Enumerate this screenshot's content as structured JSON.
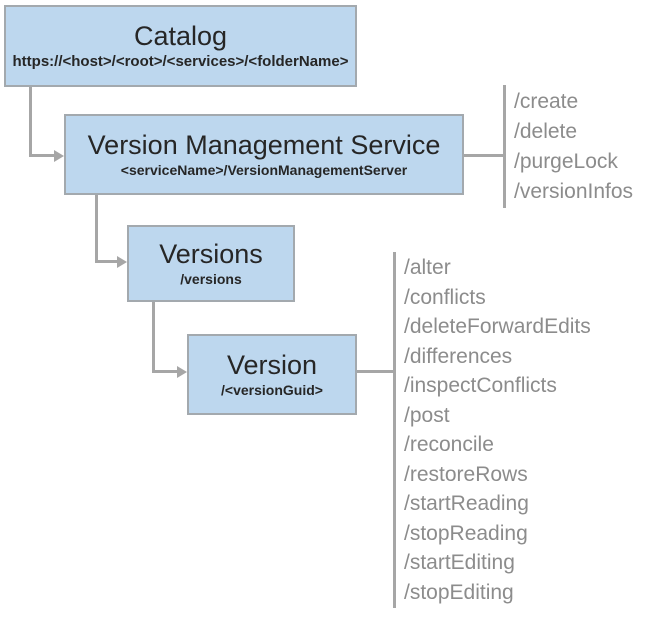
{
  "nodes": {
    "catalog": {
      "title": "Catalog",
      "subtitle": "https://<host>/<root>/<services>/<folderName>"
    },
    "service": {
      "title": "Version Management Service",
      "subtitle": "<serviceName>/VersionManagementServer"
    },
    "versions": {
      "title": "Versions",
      "subtitle": "/versions"
    },
    "version": {
      "title": "Version",
      "subtitle": "/<versionGuid>"
    }
  },
  "service_ops": {
    "items": [
      "/create",
      "/delete",
      "/purgeLock",
      "/versionInfos"
    ]
  },
  "version_ops": {
    "items": [
      "/alter",
      "/conflicts",
      "/deleteForwardEdits",
      "/differences",
      "/inspectConflicts",
      "/post",
      "/reconcile",
      "/restoreRows",
      "/startReading",
      "/stopReading",
      "/startEditing",
      "/stopEditing"
    ]
  },
  "colors": {
    "node_fill": "#bdd7ee",
    "node_border": "#a3a9ae",
    "connector": "#a6a6a6",
    "ops_text": "#8c8c8c",
    "title_text": "#262626"
  }
}
